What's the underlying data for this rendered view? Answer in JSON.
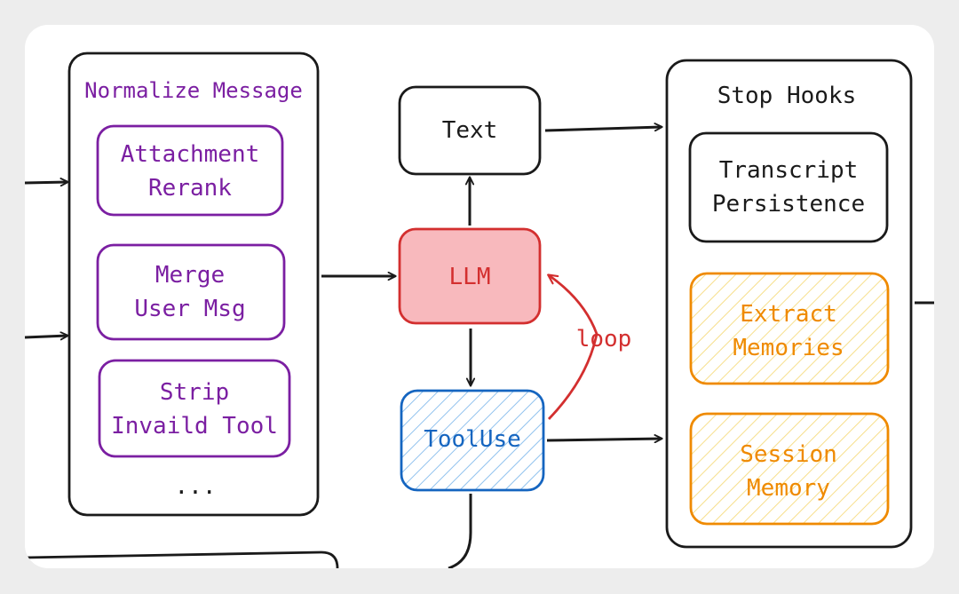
{
  "normalize": {
    "title": "Normalize Message",
    "steps": [
      {
        "line1": "Attachment",
        "line2": "Rerank"
      },
      {
        "line1": "Merge",
        "line2": "User Msg"
      },
      {
        "line1": "Strip",
        "line2": "Invaild Tool"
      }
    ],
    "ellipsis": "..."
  },
  "nodes": {
    "text": "Text",
    "llm": "LLM",
    "tooluse": "ToolUse",
    "loop": "loop"
  },
  "stop_hooks": {
    "title": "Stop Hooks",
    "items": [
      {
        "line1": "Transcript",
        "line2": "Persistence"
      },
      {
        "line1": "Extract",
        "line2": "Memories"
      },
      {
        "line1": "Session",
        "line2": "Memory"
      }
    ]
  },
  "colors": {
    "ink": "#1a1a1a",
    "purple": "#7b1fa2",
    "red": "#d32f2f",
    "red_fill": "#f8b9bd",
    "blue": "#1565c0",
    "blue_hatch": "#90c2ee",
    "orange": "#ef8a00",
    "orange_hatch": "#f7df8c"
  }
}
